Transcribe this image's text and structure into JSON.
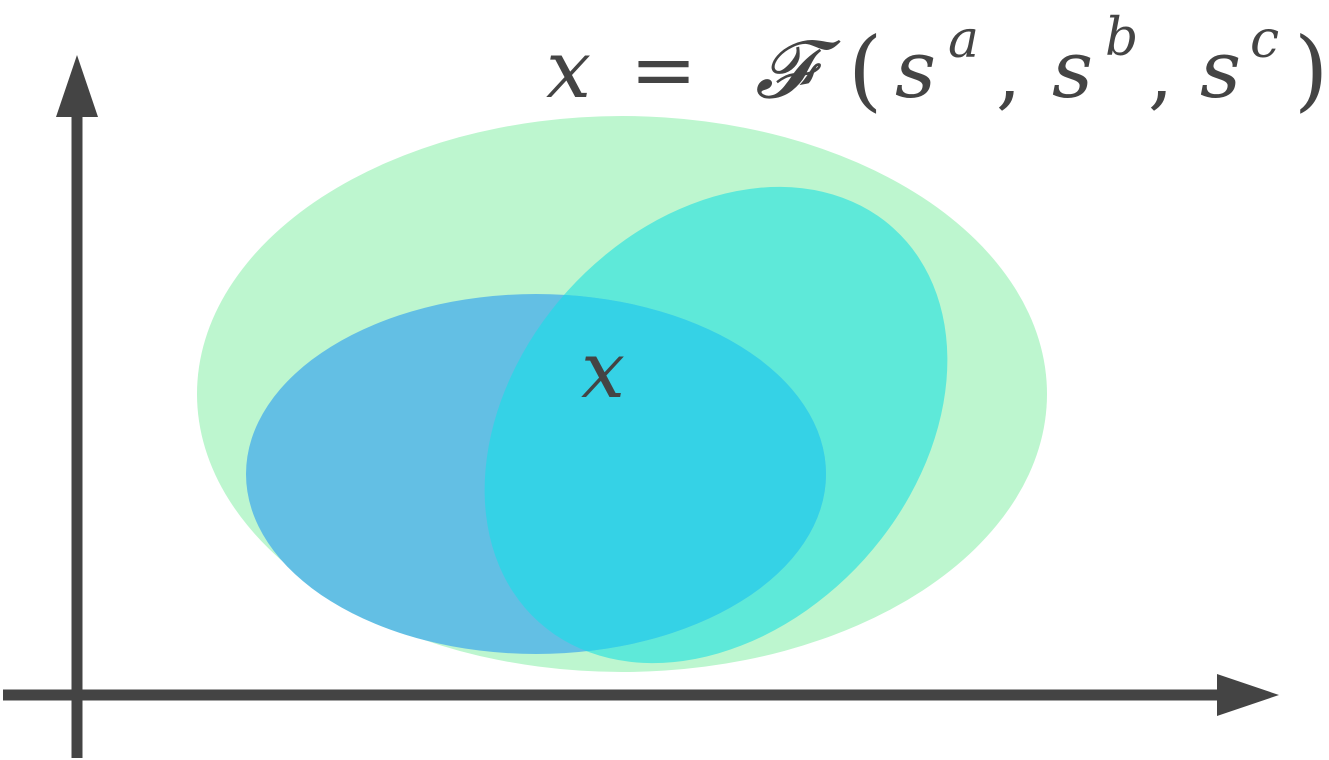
{
  "formula": {
    "lhs": "x",
    "equals": "=",
    "func": "𝓕",
    "open_paren": "(",
    "arg1_base": "s",
    "arg1_sup": "a",
    "comma1": ",",
    "arg2_base": "s",
    "arg2_sup": "b",
    "comma2": ",",
    "arg3_base": "s",
    "arg3_sup": "c",
    "close_paren": ")"
  },
  "center_label": "x",
  "colors": {
    "axis": "#444444",
    "outer_region": "#bdf6cf",
    "right_region": "#5ee9d9",
    "left_region": "#63bfe4",
    "overlap_region": "#35d2e6",
    "text": "#444444"
  },
  "regions": [
    "outer-region",
    "right-region",
    "left-region"
  ],
  "icons": [
    "y-axis-arrow-icon",
    "x-axis-arrow-icon"
  ]
}
